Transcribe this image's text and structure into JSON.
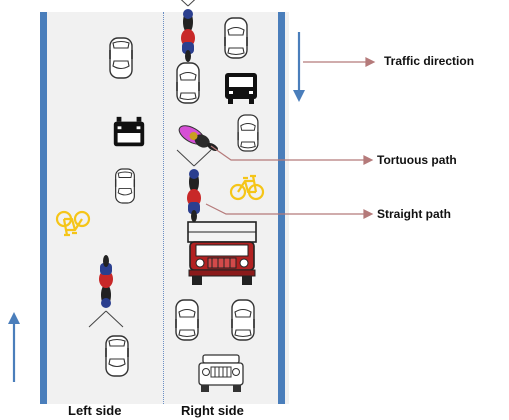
{
  "labels": {
    "traffic_direction": "Traffic direction",
    "tortuous_path": "Tortuous path",
    "straight_path": "Straight path",
    "left_side": "Left side",
    "right_side": "Right side"
  },
  "colors": {
    "curb": "#4a7ebb",
    "road": "#f1f1f1",
    "leader_line": "#b57a7a",
    "truck": "#b22222",
    "bicycle": "#f5c518",
    "motorbike_tortuous": "#d64fd6",
    "rider": "#c82828"
  }
}
